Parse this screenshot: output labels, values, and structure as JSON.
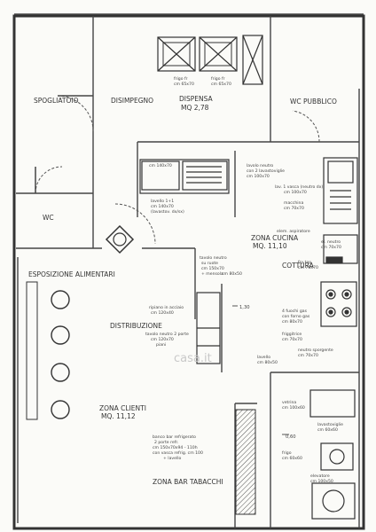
{
  "rooms": {
    "spogliatoio": "SPOGLIATOIO",
    "disimpegno": "DISIMPEGNO",
    "dispensa": "DISPENSA",
    "dispensa_mq": "MQ 2,78",
    "wc_pubblico": "WC PUBBLICO",
    "wc": "WC",
    "zona_cucina": "ZONA CUCINA",
    "zona_cucina_mq": "MQ. 11,10",
    "esposizione": "ESPOSIZIONE ALIMENTARI",
    "distribuzione": "DISTRIBUZIONE",
    "cottura": "COTTURA",
    "zona_clienti": "ZONA CLIENTI",
    "zona_clienti_mq": "MQ. 11,12",
    "zona_bar": "ZONA BAR TABACCHI"
  },
  "notes": {
    "top_left_equip": "frigo fr",
    "top_left_equip_2": "cm 65x70",
    "top_right_equip": "frigo fr",
    "top_right_equip_2": "cm 65x70",
    "sink_left_1": "cm 140x70",
    "sink_left_2": "lavello 1+1",
    "sink_left_3": "cm 140x70",
    "sink_left_4": "(lavastov. dx/sx)",
    "right_top_1": "lavolo neutro",
    "right_top_2": "con 2 lavastoviglie",
    "right_top_3": "cm 100x70",
    "right_mid_1": "lav. 1 vasca (neutro dx)",
    "right_mid_2": "cm 100x70",
    "right_mid_3": "macchina",
    "right_mid_4": "cm 70x70",
    "aspir": "elem. aspiratore",
    "right_cab_1": "el. neutro",
    "right_cab_2": "cm 70x70",
    "right_cab_3": "fry top",
    "right_cab_4": "cm 70x70",
    "center_1": "tavolo neutro",
    "center_2": "su ruote",
    "center_3": "cm 150x70",
    "center_4": "+ mensola",
    "center_5": "cm 80x50",
    "gas_1": "4 fuochi gas",
    "gas_2": "con forno gas",
    "gas_3": "cm 80x70",
    "fry_1": "friggitrice",
    "fry_2": "cm 70x70",
    "neutro_1": "neutro sporgente",
    "neutro_2": "cm 70x70",
    "neutro_3": "lavello",
    "neutro_4": "cm 80x50",
    "dist_1": "ripiano in acciaio",
    "dist_2": "cm 120x40",
    "dist_3": "tavolo neutro 2 porte",
    "dist_4": "cm 120x70",
    "dist_5": "piani",
    "h_130": "1,30",
    "h_060": "0,60",
    "counter_1": "banco bar refrigerato",
    "counter_2": "2 porte refr.",
    "counter_3": "cm 150x70x94 - 110h",
    "counter_4": "con vasca refrig. cm 100",
    "counter_5": "+ lavello",
    "br_1": "vetrina",
    "br_2": "cm 100x60",
    "br_3": "lavastoviglie",
    "br_4": "cm 60x60",
    "br_5": "frigo",
    "br_6": "cm 60x60",
    "br_7": "elevatore",
    "br_8": "cm 100x50",
    "watermark": "casa.it"
  }
}
